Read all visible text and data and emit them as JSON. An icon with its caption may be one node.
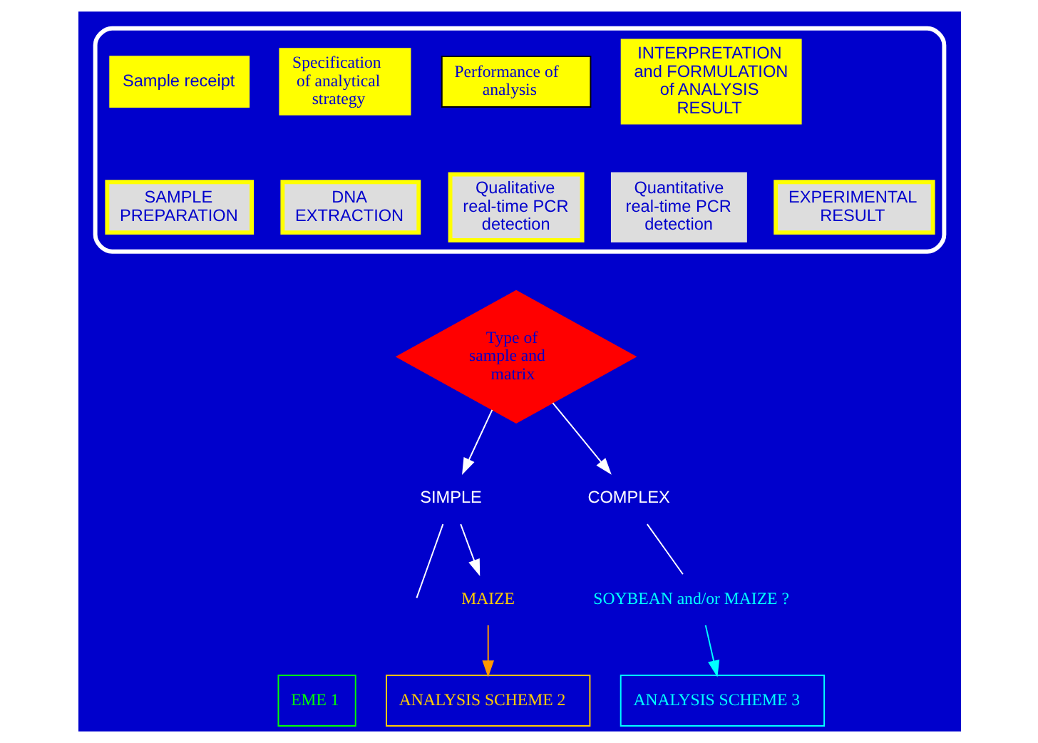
{
  "diagram": {
    "nodes": [
      {
        "text": [],
        "shape": "box"
      },
      {
        "text": [
          "Sample receipt"
        ],
        "in": 0
      },
      {
        "text": [
          "Specification of analytical strategy"
        ],
        "in": 0
      },
      {
        "text": [
          "Performance of analysis"
        ],
        "in": 0
      },
      {
        "text": [
          "SAMPLE PREPARATION"
        ],
        "in": 0
      },
      {
        "text": [
          "DNA EXTRACTION"
        ],
        "in": 0
      },
      {
        "text": [
          "Qualitative real-time PCR detection"
        ],
        "in": 0
      },
      {
        "text": [
          "Quantitative real-time PCR detection"
        ],
        "in": 0
      },
      {
        "text": [
          "EXPERIMENTAL RESULT"
        ],
        "in": 0
      },
      {
        "text": [
          "INTERPRETATION and FORMULATION of ANALYSIS RESULT"
        ],
        "in": 0
      },
      {
        "text": [
          "Type of sample and matrix"
        ]
      },
      {
        "text": [
          "SIMPLE"
        ]
      },
      {
        "text": [
          "COMPLEX"
        ]
      },
      {
        "text": [
          "MAIZE"
        ]
      },
      {
        "text": [
          "SOYBEAN and/or MAIZE ?"
        ]
      },
      {
        "text": [
          "EME 1"
        ]
      },
      {
        "text": [
          "ANALYSIS SCHEME 2"
        ]
      },
      {
        "text": [
          "ANALYSIS SCHEME 3"
        ]
      }
    ],
    "edges": [
      {
        "from": 10,
        "to": 11,
        "arrow": "to"
      },
      {
        "from": 10,
        "to": 12,
        "arrow": "to"
      },
      {
        "from": 11,
        "to": null,
        "arrow": "none"
      },
      {
        "from": 11,
        "to": 13,
        "arrow": "to"
      },
      {
        "from": 12,
        "to": 14,
        "arrow": "none"
      },
      {
        "from": 13,
        "to": 16,
        "arrow": "to",
        "color": "#ff9900"
      },
      {
        "from": 14,
        "to": 17,
        "arrow": "to",
        "color": "#00ffff"
      }
    ]
  }
}
